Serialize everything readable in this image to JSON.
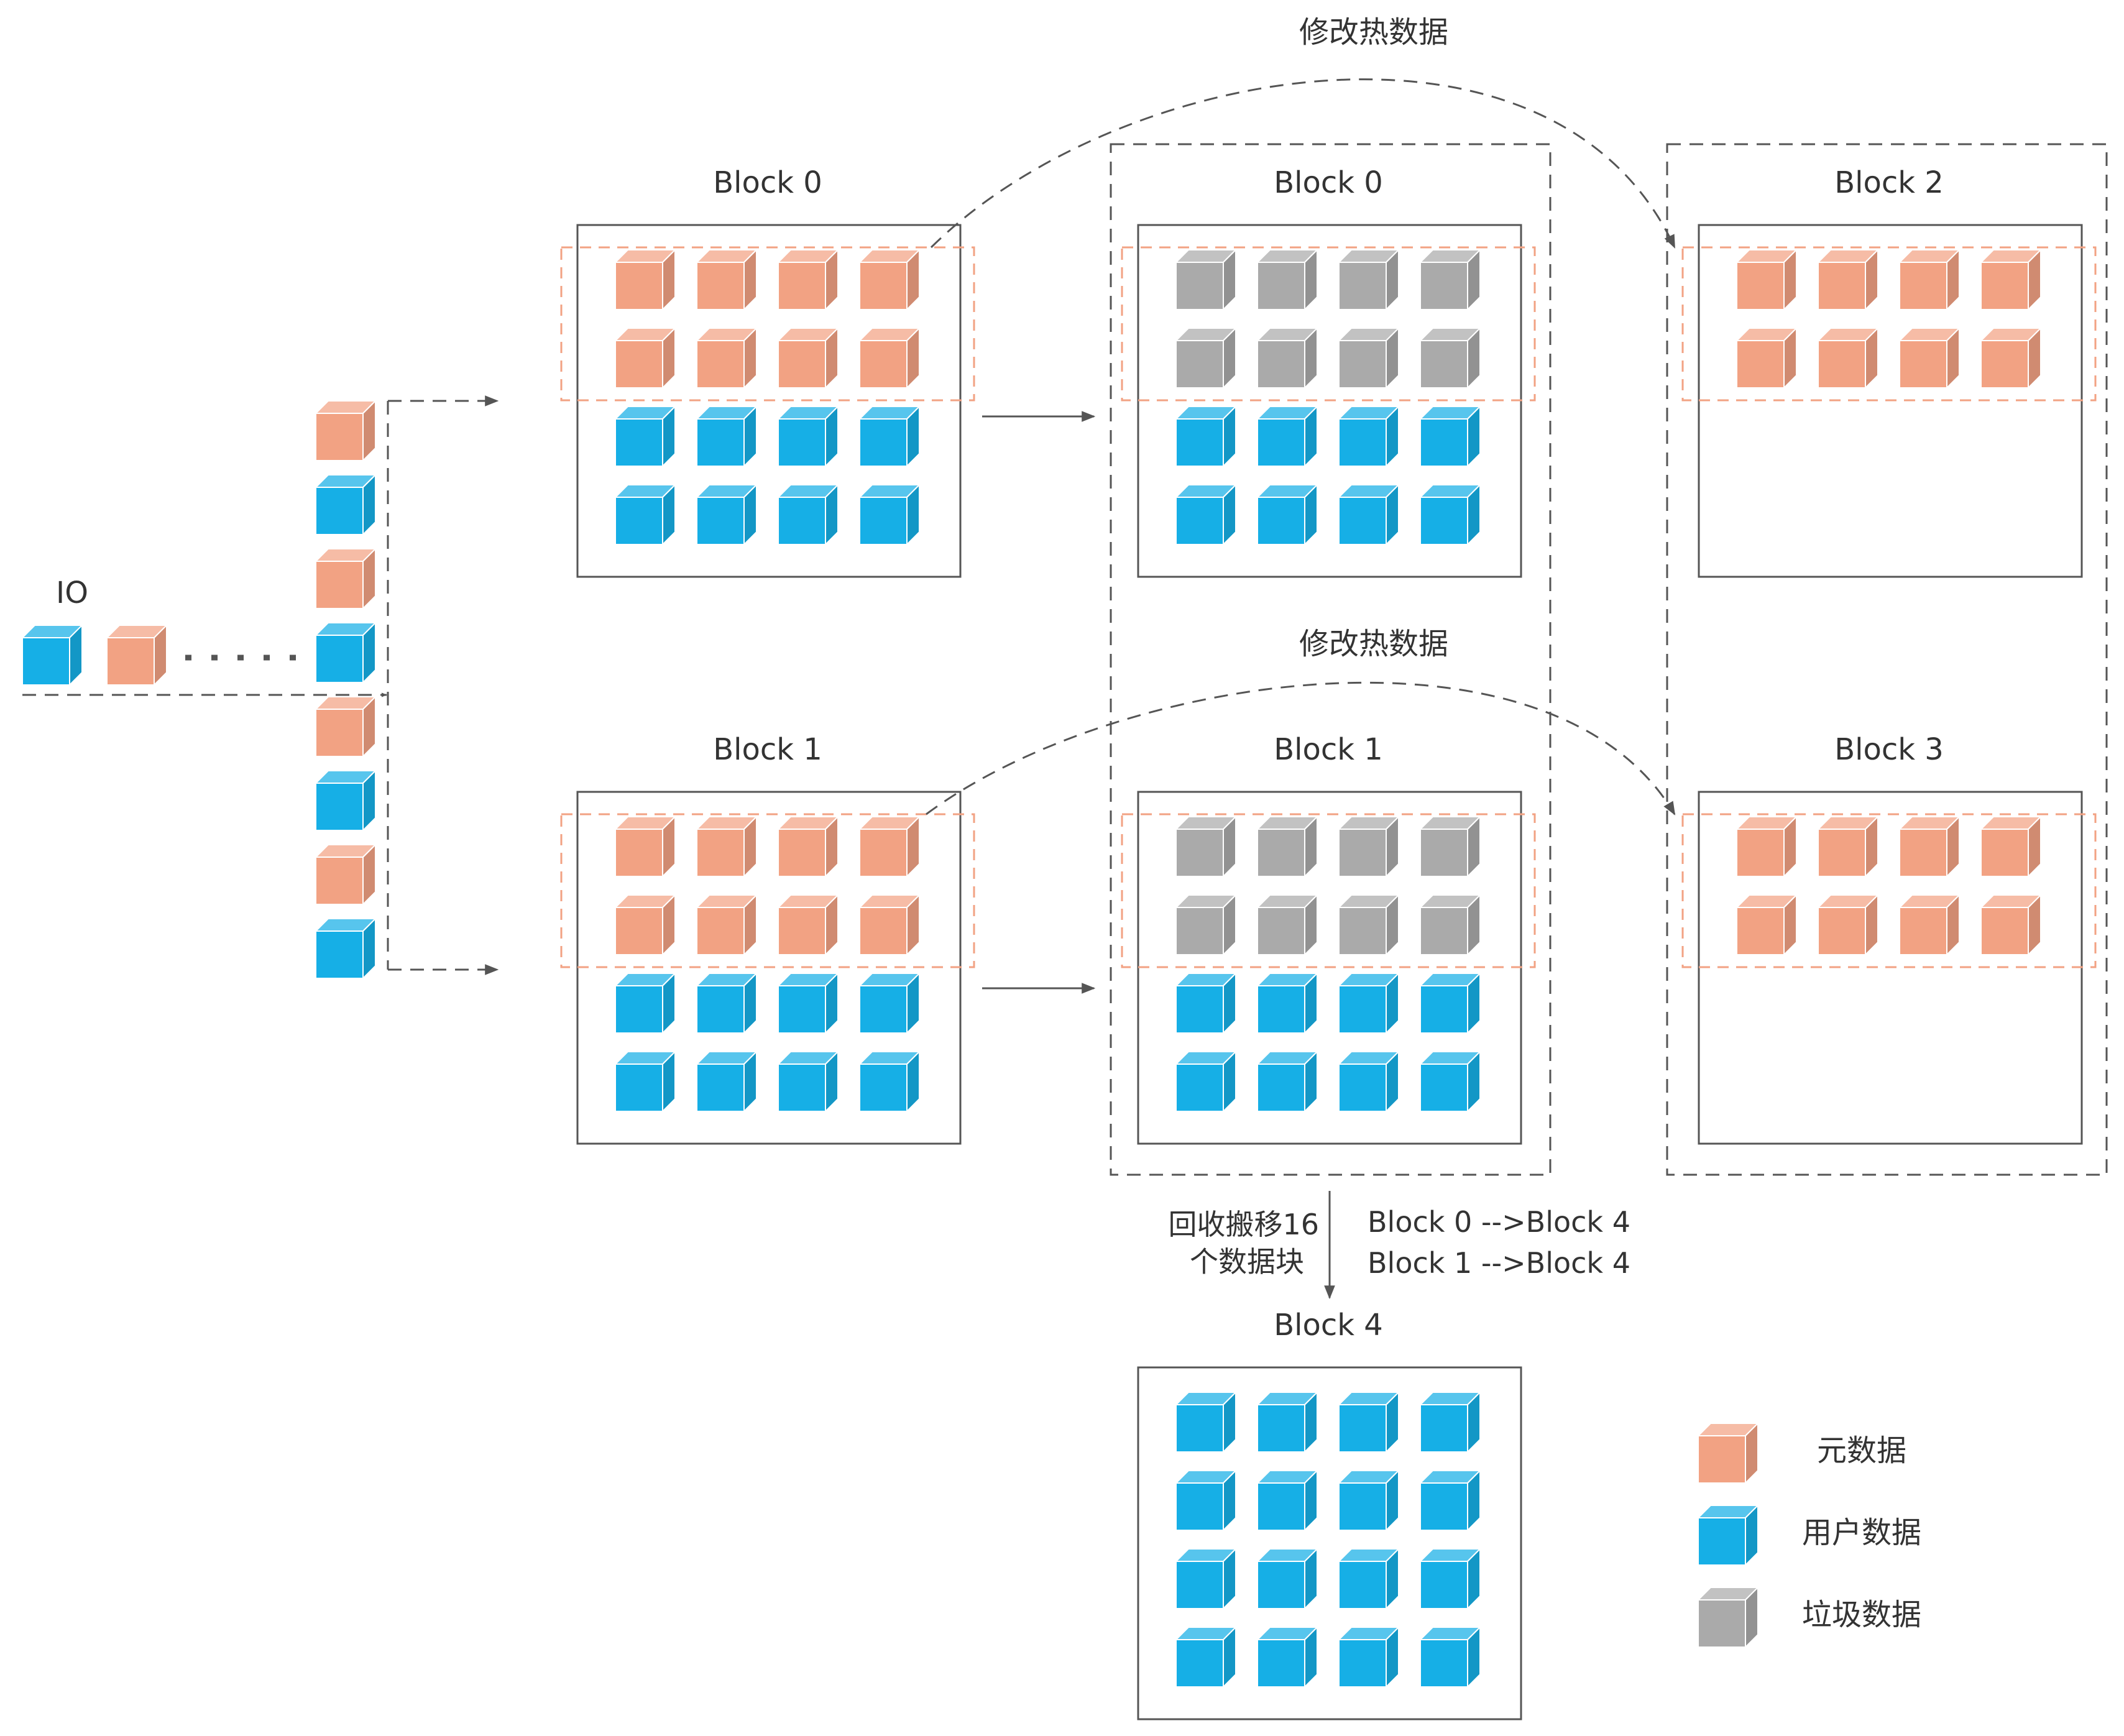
{
  "colors": {
    "meta": "#F2A283",
    "user": "#16AFE6",
    "garbage": "#AAAAAA",
    "line": "#555555",
    "highlight": "#F2A283",
    "text": "#333333"
  },
  "io": {
    "label": "IO"
  },
  "blocks": {
    "src0": {
      "label": "Block 0",
      "rows": [
        "meta",
        "meta",
        "user",
        "user"
      ]
    },
    "src1": {
      "label": "Block 1",
      "rows": [
        "meta",
        "meta",
        "user",
        "user"
      ]
    },
    "mid0": {
      "label": "Block 0",
      "rows": [
        "garbage",
        "garbage",
        "user",
        "user"
      ]
    },
    "mid1": {
      "label": "Block 1",
      "rows": [
        "garbage",
        "garbage",
        "user",
        "user"
      ]
    },
    "b2": {
      "label": "Block 2",
      "rows": [
        "meta",
        "meta"
      ]
    },
    "b3": {
      "label": "Block 3",
      "rows": [
        "meta",
        "meta"
      ]
    },
    "b4": {
      "label": "Block 4",
      "rows": [
        "user",
        "user",
        "user",
        "user"
      ]
    }
  },
  "stream": [
    "meta",
    "user",
    "meta",
    "user",
    "meta",
    "user",
    "meta",
    "user"
  ],
  "io_cubes": [
    "user",
    "meta"
  ],
  "annotations": {
    "hot_top": "修改热数据",
    "hot_bottom": "修改热数据",
    "gc_line1": "回收搬移16",
    "gc_line2": "个数据块",
    "move1": "Block 0 -->Block 4",
    "move2": "Block 1 -->Block 4"
  },
  "legend": [
    {
      "type": "meta",
      "label": "元数据"
    },
    {
      "type": "user",
      "label": "用户数据"
    },
    {
      "type": "garbage",
      "label": "垃圾数据"
    }
  ]
}
